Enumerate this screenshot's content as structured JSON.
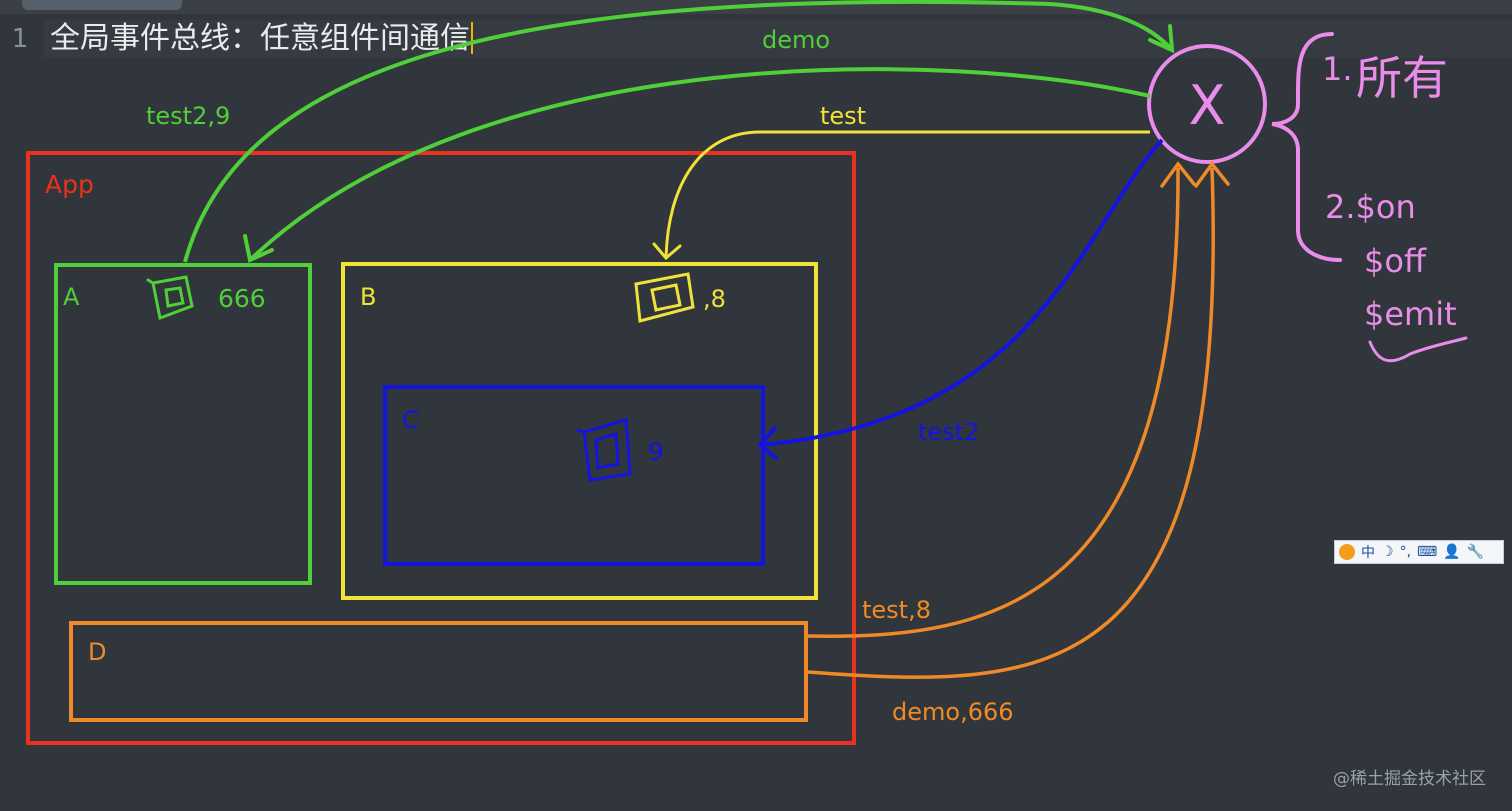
{
  "editor": {
    "line_number": "1",
    "code_text": "全局事件总线：任意组件间通信"
  },
  "diagram": {
    "app_label": "App",
    "component_a": {
      "label": "A",
      "value": "666"
    },
    "component_b": {
      "label": "B",
      "value": ",8"
    },
    "component_c": {
      "label": "C",
      "value": "9"
    },
    "component_d": {
      "label": "D"
    },
    "bus_symbol": "X",
    "arrows": {
      "demo": "demo",
      "test2_9": "test2,9",
      "test": "test",
      "test2": "test2",
      "test_8": "test,8",
      "demo_666": "demo,666"
    },
    "notes": {
      "item1": "1.",
      "item1_scribble": "所有",
      "item2": "2.$on",
      "off": "$off",
      "emit": "$emit"
    },
    "colors": {
      "green": "#4fcf39",
      "yellow": "#f1e23a",
      "blue": "#1414e0",
      "orange": "#f08a28",
      "red": "#e8321e",
      "pink": "#e98cea"
    }
  },
  "ime_toolbar": {
    "items": [
      "中",
      "☽",
      "°,",
      "⌨",
      "👤",
      "🔧"
    ]
  },
  "watermark": "@稀土掘金技术社区"
}
